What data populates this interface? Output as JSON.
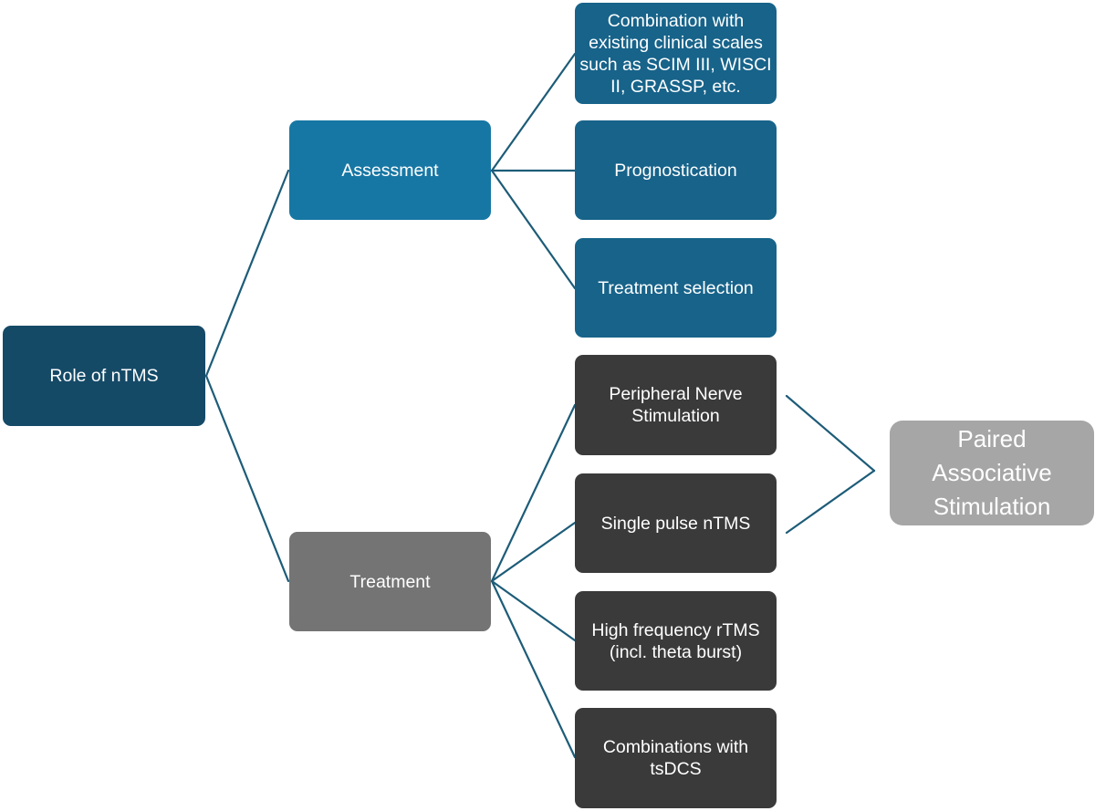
{
  "diagram": {
    "root": {
      "label": "Role of nTMS"
    },
    "branches": [
      {
        "label": "Assessment",
        "children": [
          "Combination with existing clinical scales such as SCIM III, WISCI II, GRASSP, etc.",
          "Prognostication",
          "Treatment selection"
        ]
      },
      {
        "label": "Treatment",
        "children": [
          "Peripheral Nerve Stimulation",
          "Single pulse nTMS",
          "High frequency rTMS (incl. theta burst)",
          "Combinations with tsDCS"
        ]
      }
    ],
    "combined": {
      "label": "Paired Associative Stimulation"
    },
    "colors": {
      "root": "#154a67",
      "assessment": "#1777a4",
      "treatment": "#747474",
      "assessment_children": "#17638a",
      "treatment_children": "#3a3a3a",
      "combined": "#a6a6a6",
      "connector": "#1d5c78"
    }
  }
}
